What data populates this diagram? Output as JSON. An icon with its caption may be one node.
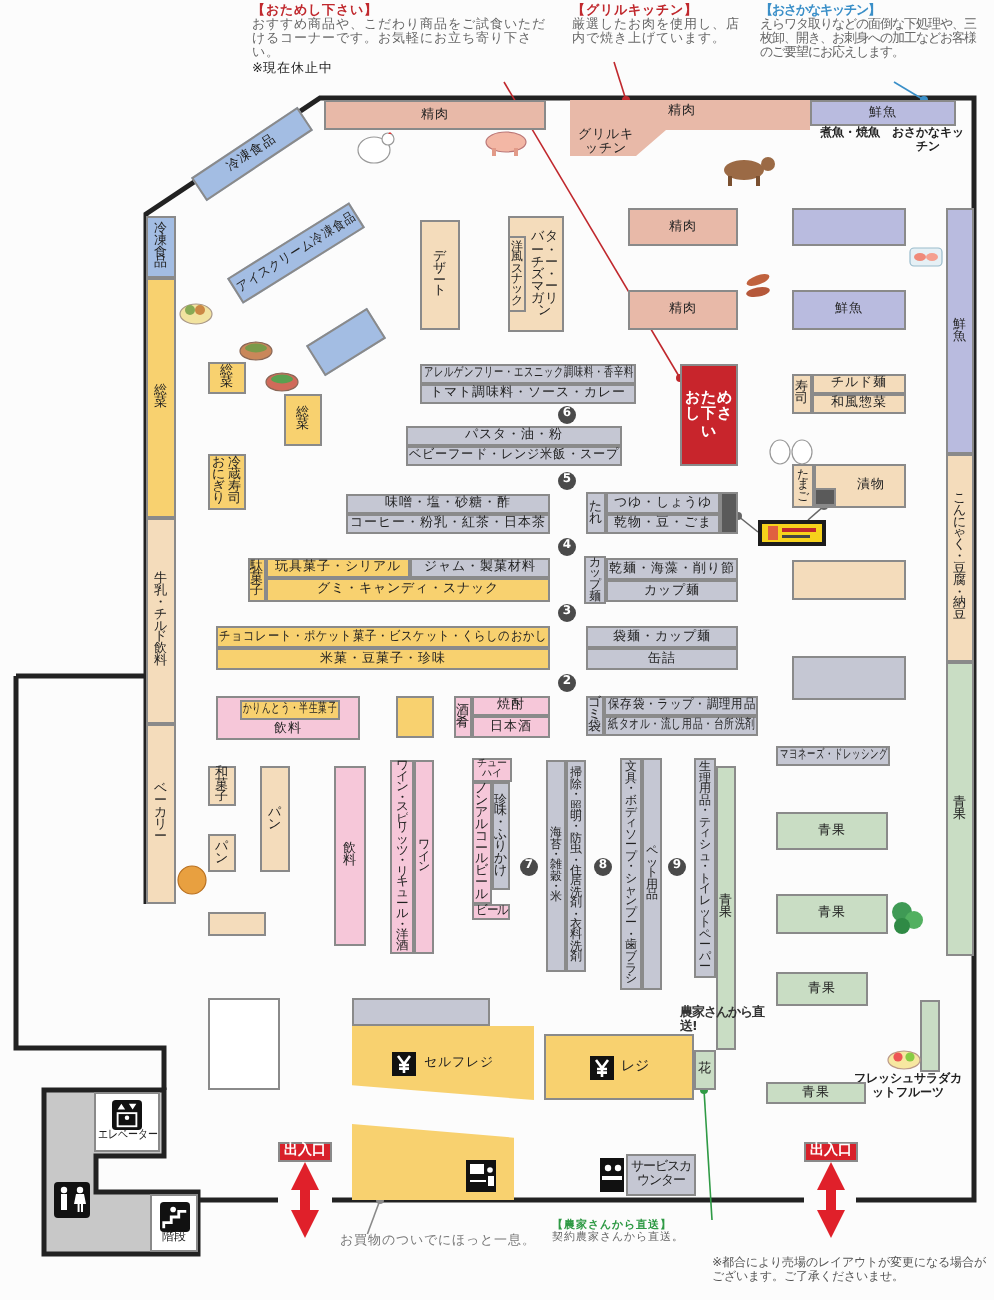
{
  "diagram": {
    "nodes": [
      {
        "text": [
          "【おためし下さい】",
          "おすすめ商品や、こだわり商品をご試食いただけるコーナーです。お気軽にお立ち寄り下さい。",
          "※現在休止中"
        ]
      },
      {
        "text": [
          "【グリルキッチン】",
          "厳選したお肉を使用し、店内で焼き上げています。"
        ]
      },
      {
        "text": [
          "【おさかなキッチン】",
          "えらワタ取りなどの面倒な下処理や、三枚卸、開き、お刺身への加工などお客様のご要望にお応えします。"
        ]
      },
      {
        "text": [
          "冷凍食品"
        ]
      },
      {
        "text": [
          "精肉"
        ]
      },
      {
        "text": [
          "精肉",
          "グリルキッチン"
        ]
      },
      {
        "text": [
          "鮮魚"
        ],
        "beside": [
          "煮魚・焼魚",
          "おさかなキッチン"
        ]
      },
      {
        "text": [
          "冷凍食品"
        ]
      },
      {
        "text": [
          "総菜"
        ]
      },
      {
        "text": [
          "牛乳・チルド飲料"
        ]
      },
      {
        "text": [
          "ベーカリー"
        ]
      },
      {
        "text": [
          "アイスクリーム冷凍食品"
        ]
      },
      {
        "text": [],
        "shape": "box"
      },
      {
        "text": [
          "総菜"
        ]
      },
      {
        "text": [
          "総菜"
        ]
      },
      {
        "text": [
          "おにぎり",
          "冷蔵寿司"
        ]
      },
      {
        "text": [
          "デザート"
        ]
      },
      {
        "text": [
          "バター・チーズ・マーガリン"
        ]
      },
      {
        "text": [
          "洋風スナック"
        ],
        "in": 17
      },
      {
        "text": [
          "精肉"
        ]
      },
      {
        "text": [
          "精肉"
        ]
      },
      {
        "text": [],
        "shape": "box"
      },
      {
        "text": [
          "鮮魚"
        ]
      },
      {
        "text": [
          "アレルゲンフリー・エスニック調味料・香辛料"
        ]
      },
      {
        "text": [
          "トマト調味料・ソース・カレー"
        ]
      },
      {
        "text": [
          "おためし下さい"
        ]
      },
      {
        "text": [
          "寿司"
        ]
      },
      {
        "text": [
          "チルド麺"
        ]
      },
      {
        "text": [
          "和風惣菜"
        ]
      },
      {
        "text": [
          "6"
        ]
      },
      {
        "text": [
          "パスタ・油・粉"
        ]
      },
      {
        "text": [
          "ベビーフード・レンジ米飯・スープ"
        ]
      },
      {
        "text": [
          "たまご"
        ]
      },
      {
        "text": [
          "漬物"
        ]
      },
      {
        "text": [],
        "shape": "box",
        "in": 33
      },
      {
        "text": [
          "5"
        ]
      },
      {
        "text": [
          "味噌・塩・砂糖・酢"
        ]
      },
      {
        "text": [
          "コーヒー・粉乳・紅茶・日本茶"
        ]
      },
      {
        "text": [
          "たれ"
        ]
      },
      {
        "text": [
          "つゆ・しょうゆ"
        ]
      },
      {
        "text": [
          "乾物・豆・ごま"
        ]
      },
      {
        "text": [],
        "shape": "box"
      },
      {
        "text": [],
        "shape": "picture"
      },
      {
        "text": [
          "4"
        ]
      },
      {
        "text": [
          "駄菓子"
        ]
      },
      {
        "text": [
          "玩具菓子・シリアル"
        ]
      },
      {
        "text": [
          "ジャム・製菓材料"
        ]
      },
      {
        "text": [
          "グミ・キャンディ・スナック"
        ]
      },
      {
        "text": [
          "カップ麺"
        ]
      },
      {
        "text": [
          "乾麺・海藻・削り節"
        ]
      },
      {
        "text": [
          "カップ麺"
        ]
      },
      {
        "text": [],
        "shape": "box"
      },
      {
        "text": [
          "3"
        ]
      },
      {
        "text": [
          "チョコレート・ポケット菓子・ビスケット・くらしのおかし"
        ]
      },
      {
        "text": [
          "米菓・豆菓子・珍味"
        ]
      },
      {
        "text": [
          "袋麺・カップ麺"
        ]
      },
      {
        "text": [
          "缶詰"
        ]
      },
      {
        "text": [
          "2"
        ]
      },
      {
        "text": [],
        "shape": "box"
      },
      {
        "text": [
          "鮮魚"
        ]
      },
      {
        "text": [
          "こんにゃく・豆腐・納豆"
        ]
      },
      {
        "text": [
          "青果"
        ]
      },
      {
        "text": [
          "飲料"
        ]
      },
      {
        "text": [
          "かりんとう・半生菓子"
        ],
        "in": 62
      },
      {
        "text": [],
        "shape": "box"
      },
      {
        "text": [
          "酒肴"
        ]
      },
      {
        "text": [
          "焼酎"
        ]
      },
      {
        "text": [
          "日本酒"
        ]
      },
      {
        "text": [
          "ゴミ袋"
        ]
      },
      {
        "text": [
          "保存袋・ラップ・調理用品"
        ]
      },
      {
        "text": [
          "紙タオル・流し用品・台所洗剤"
        ]
      },
      {
        "text": [
          "マヨネーズ・ドレッシング"
        ]
      },
      {
        "text": [
          "和菓子"
        ]
      },
      {
        "text": [
          "パン"
        ]
      },
      {
        "text": [
          "パン"
        ]
      },
      {
        "text": [],
        "shape": "box"
      },
      {
        "text": [
          "飲料"
        ]
      },
      {
        "text": [
          "ワイン・スピリッツ・リキュール・洋酒"
        ]
      },
      {
        "text": [
          "ワイン"
        ]
      },
      {
        "text": [
          "チューハイ"
        ]
      },
      {
        "text": [
          "ノンアルコールビール"
        ]
      },
      {
        "text": [
          "珍味・ふりかけ"
        ]
      },
      {
        "text": [
          "ビール"
        ]
      },
      {
        "text": [
          "海苔・雑穀・米"
        ]
      },
      {
        "text": [
          "掃除・照明・防虫・住居洗剤・衣料洗剤"
        ]
      },
      {
        "text": [
          "7"
        ]
      },
      {
        "text": [
          "8"
        ]
      },
      {
        "text": [
          "文具・ボディソープ・シャンプー・歯ブラシ"
        ]
      },
      {
        "text": [
          "ペット用品"
        ]
      },
      {
        "text": [
          "9"
        ]
      },
      {
        "text": [
          "生理用品・ティシュ・トイレットペーパー"
        ]
      },
      {
        "text": [
          "青果"
        ]
      },
      {
        "text": [
          "青果"
        ]
      },
      {
        "text": [
          "青果"
        ]
      },
      {
        "text": [
          "青果"
        ]
      },
      {
        "text": [],
        "shape": "box",
        "beside": [
          "フレッシュサラダカットフルーツ"
        ]
      },
      {
        "text": [],
        "shape": "box"
      },
      {
        "text": [],
        "shape": "box"
      },
      {
        "text": [
          "セルフレジ"
        ]
      },
      {
        "text": [
          "レジ"
        ]
      },
      {
        "text": [
          "花"
        ]
      },
      {
        "text": [
          "青果"
        ]
      },
      {
        "text": [],
        "shape": "box"
      },
      {
        "text": [
          "サービスカウンター"
        ]
      },
      {
        "text": [
          "出入口"
        ]
      },
      {
        "text": [
          "出入口"
        ]
      },
      {
        "text": [
          "エレベーター"
        ]
      },
      {
        "text": [
          "階段"
        ]
      },
      {
        "text": [
          "【農家さんから直送】",
          "契約農家さんから直送。"
        ]
      },
      {
        "text": [
          "お買物のついでにほっと一息。"
        ]
      }
    ],
    "edges": [
      {
        "from": 0,
        "to": 25,
        "arrow": "other",
        "color": "#c0282d"
      },
      {
        "from": 1,
        "to": 5,
        "arrow": "other",
        "color": "#c0282d"
      },
      {
        "from": 2,
        "to": 6,
        "arrow": "other",
        "color": "#3a8fc8"
      },
      {
        "from": 108,
        "to": 100,
        "arrow": "other",
        "color": "#2f9a45"
      },
      {
        "from": 109,
        "to": 102,
        "arrow": "other",
        "color": "#8a8a8a"
      },
      {
        "from": 42,
        "to": 41,
        "arrow": "other",
        "color": "#666666"
      },
      {
        "from": 42,
        "to": 34,
        "arrow": "other",
        "color": "#666666"
      },
      {
        "from": 104,
        "to": null,
        "arrow": "both",
        "style": "thick",
        "color": "#e0202a"
      },
      {
        "from": 105,
        "to": null,
        "arrow": "both",
        "style": "thick",
        "color": "#e0202a"
      }
    ],
    "labels": [
      "農家さんから直送!",
      "※都合により売場のレイアウトが変更になる場合がございます。ご了承くださいませ。"
    ]
  }
}
